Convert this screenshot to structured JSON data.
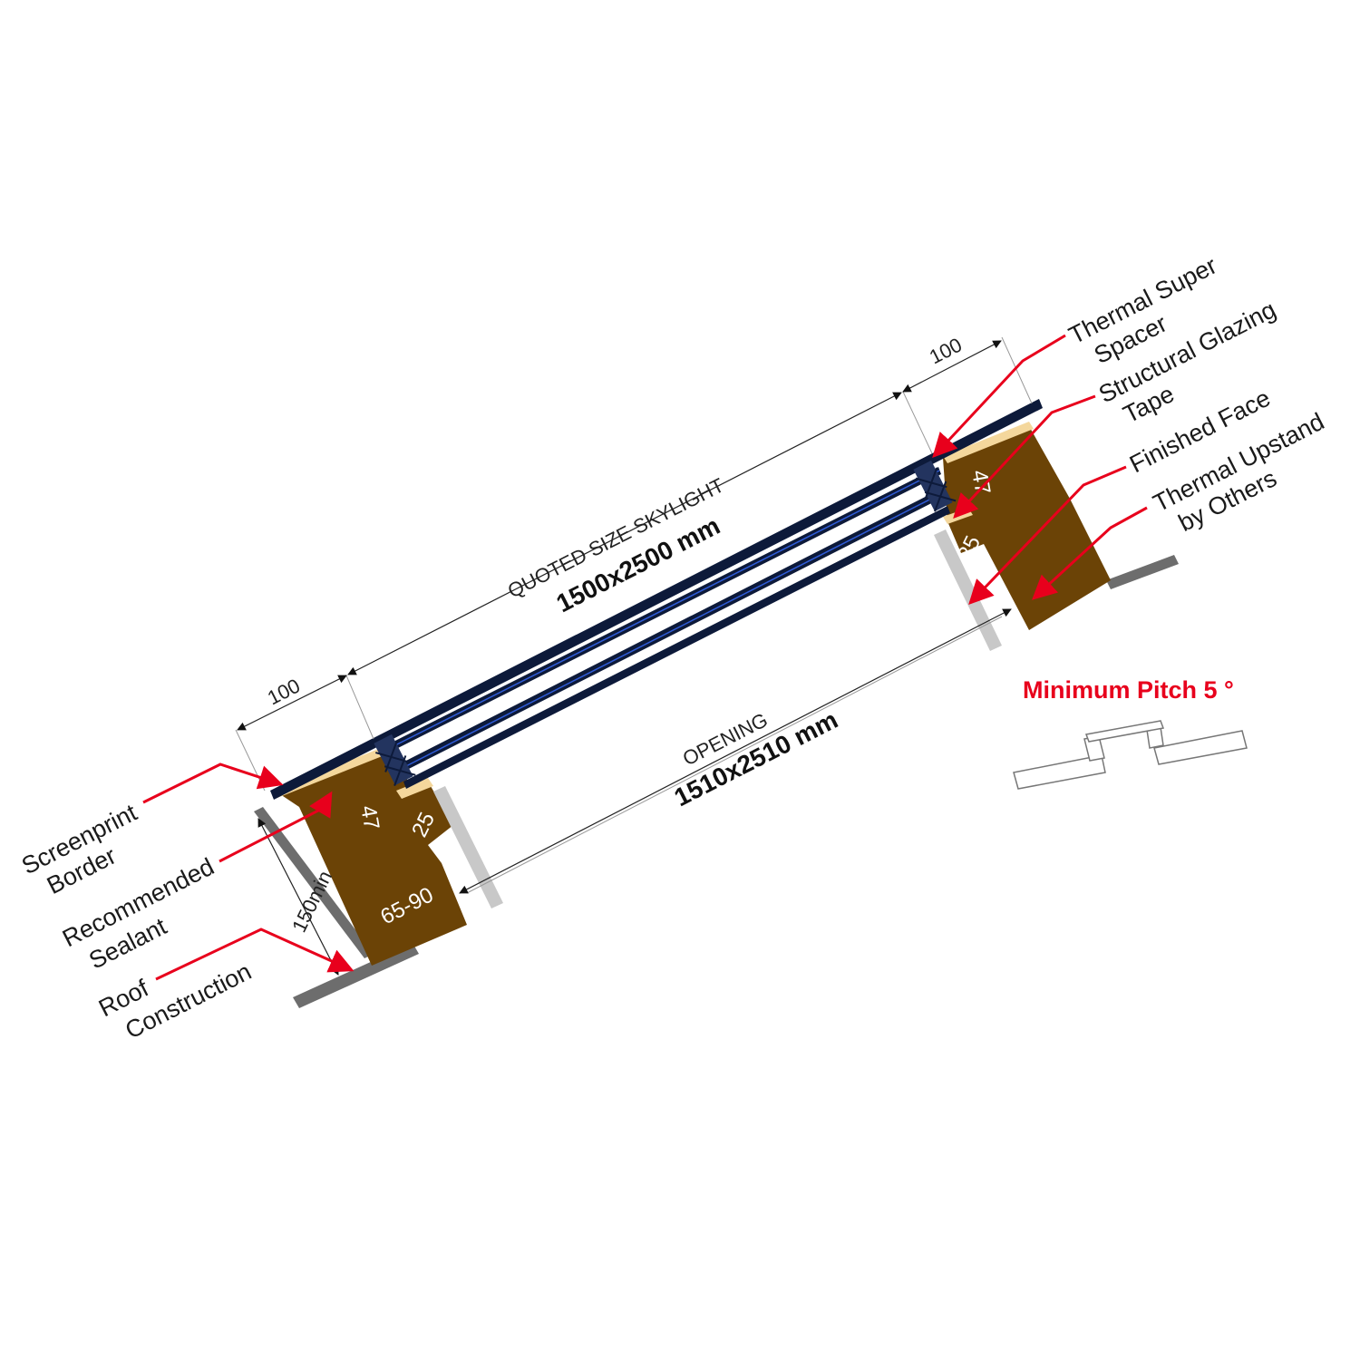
{
  "dimensions": {
    "left_overhang": "100",
    "right_overhang": "100",
    "quoted_caption": "QUOTED SIZE SKYLIGHT",
    "quoted_size": "1500x2500 mm",
    "opening_caption": "OPENING",
    "opening_size": "1510x2510 mm",
    "left_47": "47",
    "left_25": "25",
    "left_65_90": "65-90",
    "upstand_height": "150min",
    "right_47": "47",
    "right_25": "25"
  },
  "labels": {
    "screenprint_border": [
      "Screenprint",
      "Border"
    ],
    "recommended_sealant": [
      "Recommended",
      "Sealant"
    ],
    "roof_construction": [
      "Roof",
      "Construction"
    ],
    "thermal_super_spacer": [
      "Thermal Super",
      "Spacer"
    ],
    "structural_glazing_tape": [
      "Structural Glazing",
      "Tape"
    ],
    "finished_face": [
      "Finished Face"
    ],
    "thermal_upstand": [
      "Thermal Upstand",
      "by Others"
    ]
  },
  "pitch_note": "Minimum Pitch 5 °",
  "colors": {
    "timber": "#6b4306",
    "glass": "#0d1a3a",
    "glass_edge": "#2f5bd6",
    "leader": "#e8001c",
    "tape": "#f4d79c",
    "finished_face": "#c8c8c8",
    "roof": "#6d6d6d"
  }
}
